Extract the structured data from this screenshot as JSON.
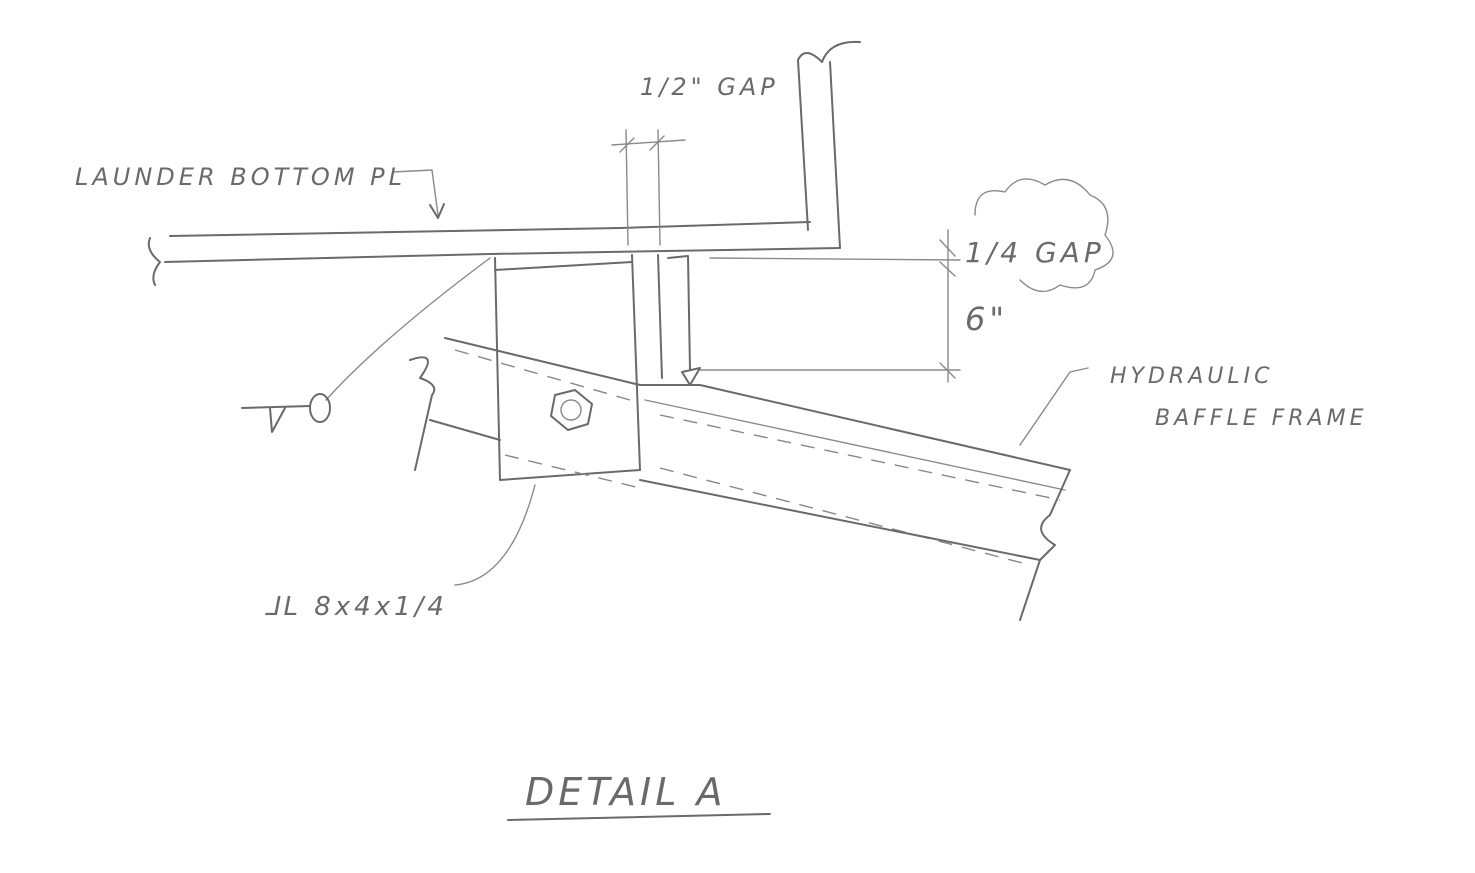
{
  "title": "DETAIL A",
  "labels": {
    "half_gap": "1/2\" GAP",
    "launder": "LAUNDER BOTTOM PL",
    "quarter_gap": "1/4 GAP",
    "six_inch": "6\"",
    "baffle_line1": "HYDRAULIC",
    "baffle_line2": "BAFFLE FRAME",
    "angle": "⅃L 8x4x1/4"
  },
  "colors": {
    "ink": "#6a6a6a",
    "paper": "#ffffff"
  }
}
